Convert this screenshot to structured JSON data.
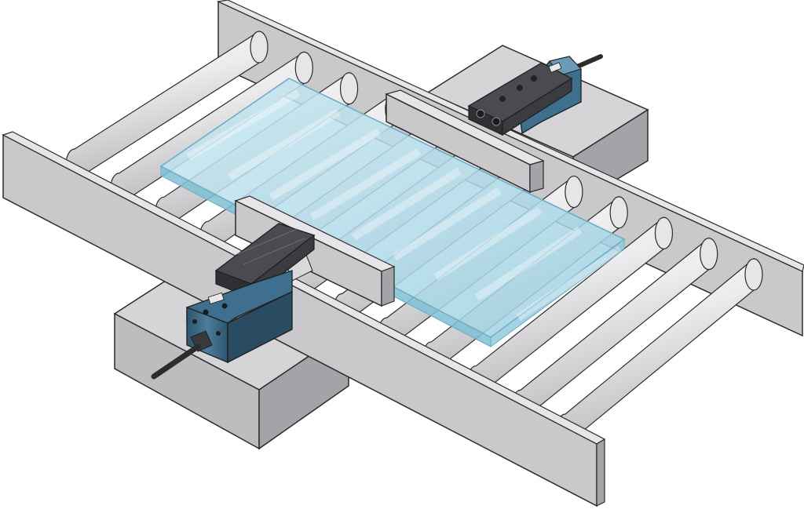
{
  "image": {
    "subject": "conveyor-with-glass-sheet-and-two-guided-cylinders",
    "text_labels": []
  },
  "conveyor": {
    "roller_count": 12,
    "rail_count": 2
  },
  "glass_sheet": {
    "tint": "light-blue-transparent"
  },
  "cylinders": [
    {
      "id": "front-left",
      "mount": "front-block",
      "pushes": "pusher-plate-front"
    },
    {
      "id": "back-right",
      "mount": "back-block",
      "pushes": "pusher-plate-back"
    }
  ],
  "colors": {
    "rail_face": "#c9c9cb",
    "rail_top": "#e6e6e8",
    "rail_edge": "#8e8e92",
    "roller_light": "#f4f4f5",
    "roller_dark": "#b3b3b7",
    "block_top": "#d5d5d7",
    "block_front": "#bdbdc0",
    "block_side": "#a4a4a8",
    "glass_fill": "#a8d6e6",
    "glass_edge": "#6aaac3",
    "cylinder_body": "#3f6f8e",
    "cylinder_dark": "#2a4c63",
    "slide_black": "#3b3c40",
    "cable": "#2c2c2e",
    "outline": "#2b2b2b"
  },
  "icons": {
    "cylinder": "guided-pneumatic-cylinder-icon",
    "roller": "conveyor-roller-icon"
  }
}
